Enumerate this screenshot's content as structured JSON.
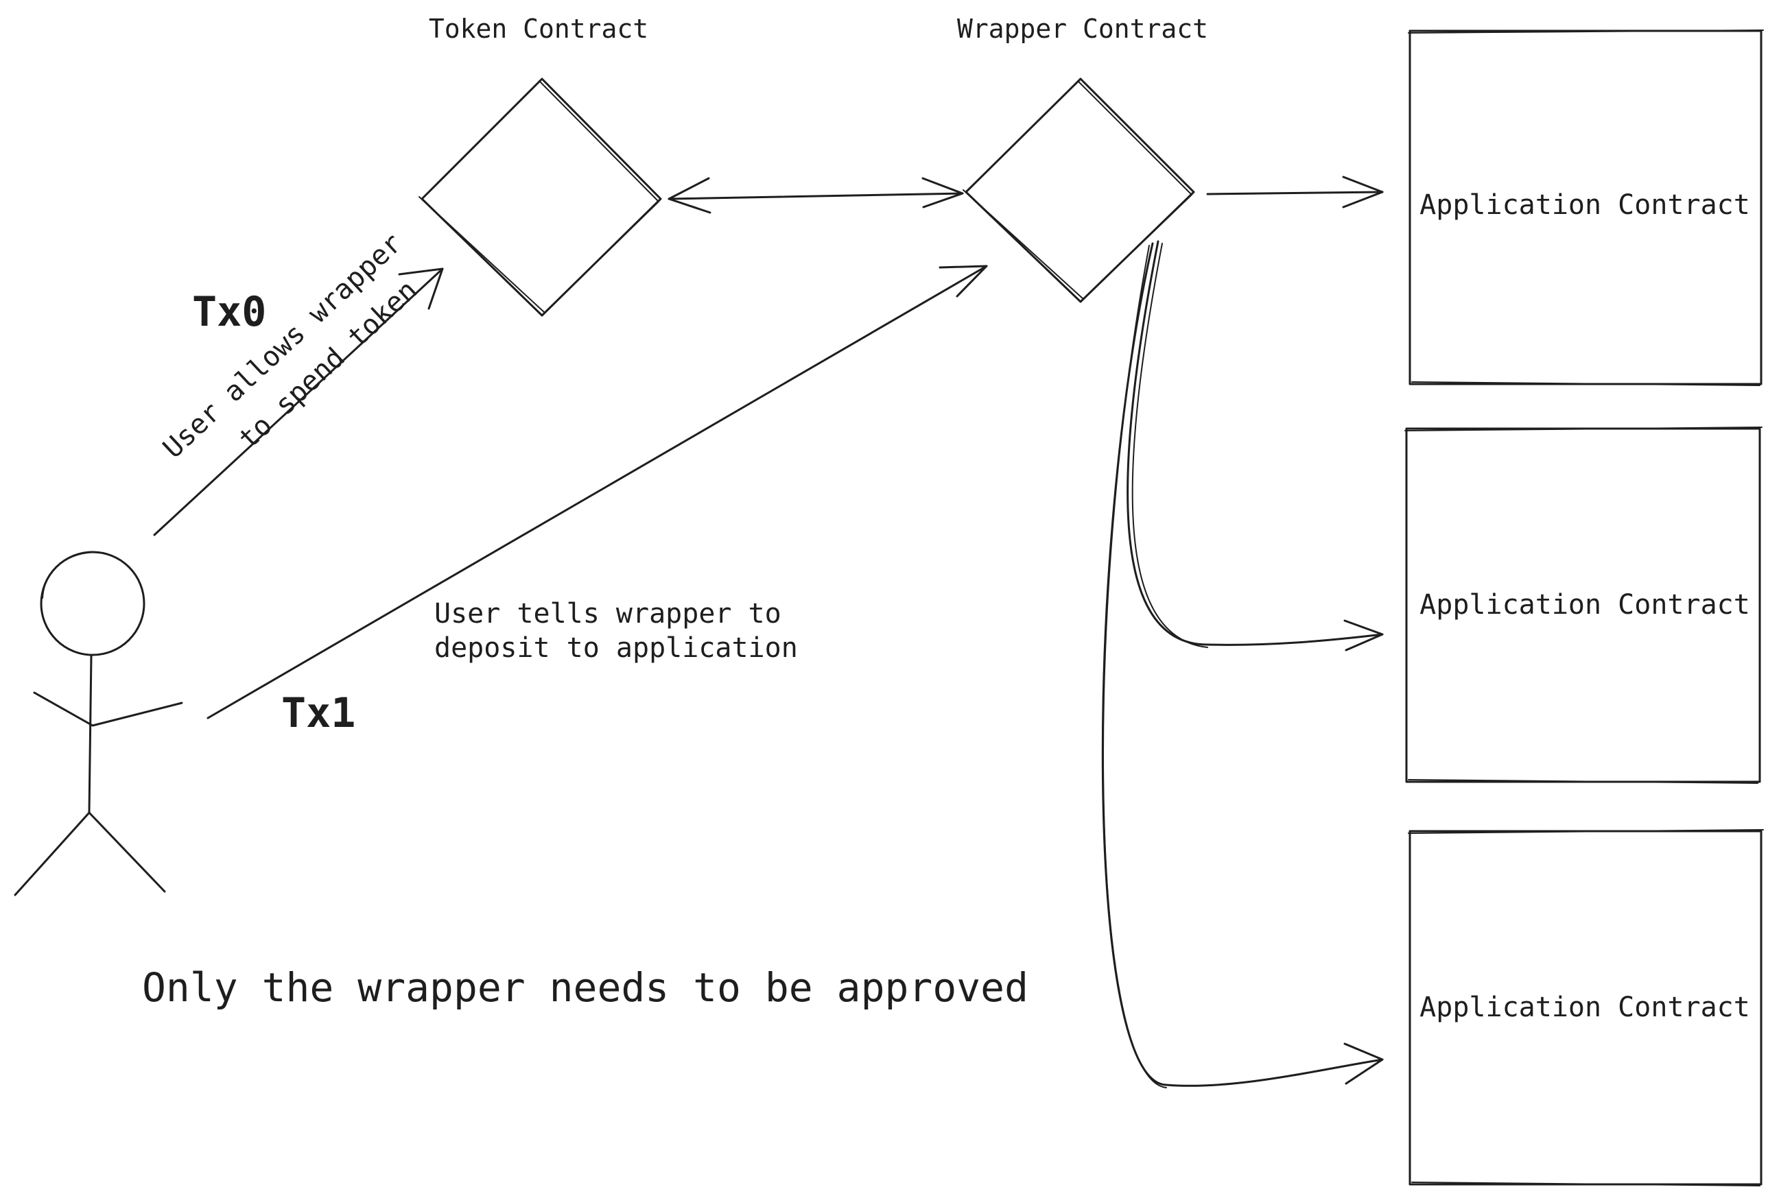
{
  "nodes": {
    "token_contract": {
      "label": "Token Contract"
    },
    "wrapper_contract": {
      "label": "Wrapper Contract"
    },
    "app_contract_1": {
      "label": "Application Contract"
    },
    "app_contract_2": {
      "label": "Application Contract"
    },
    "app_contract_3": {
      "label": "Application Contract"
    }
  },
  "transactions": {
    "tx0": {
      "label": "Tx0",
      "line1": "User allows wrapper",
      "line2": "to spend token"
    },
    "tx1": {
      "label": "Tx1",
      "line1": "User tells wrapper to",
      "line2": "deposit to application"
    }
  },
  "caption": "Only the wrapper needs to be approved",
  "colors": {
    "stroke": "#1e1e1e",
    "background": "#ffffff"
  }
}
